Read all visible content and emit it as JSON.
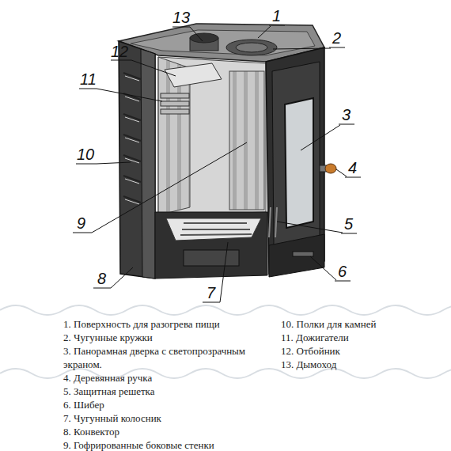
{
  "diagram": {
    "labels": [
      "13",
      "1",
      "12",
      "2",
      "11",
      "3",
      "10",
      "4",
      "9",
      "5",
      "8",
      "6",
      "7",
      "1. Поверхность для разогрева пищи",
      "2. Чугунные кружки",
      "3. Панорамная дверка с светопрозрачным экраном.",
      "4. Деревянная ручка",
      "5. Защитная решетка",
      "6. Шибер",
      "7. Чугунный колосник",
      "8. Конвектор",
      "9. Гофрированные боковые стенки",
      "10. Полки для камней",
      "11. Дожигатели",
      "12. Отбойник",
      "13. Дымоход"
    ]
  }
}
